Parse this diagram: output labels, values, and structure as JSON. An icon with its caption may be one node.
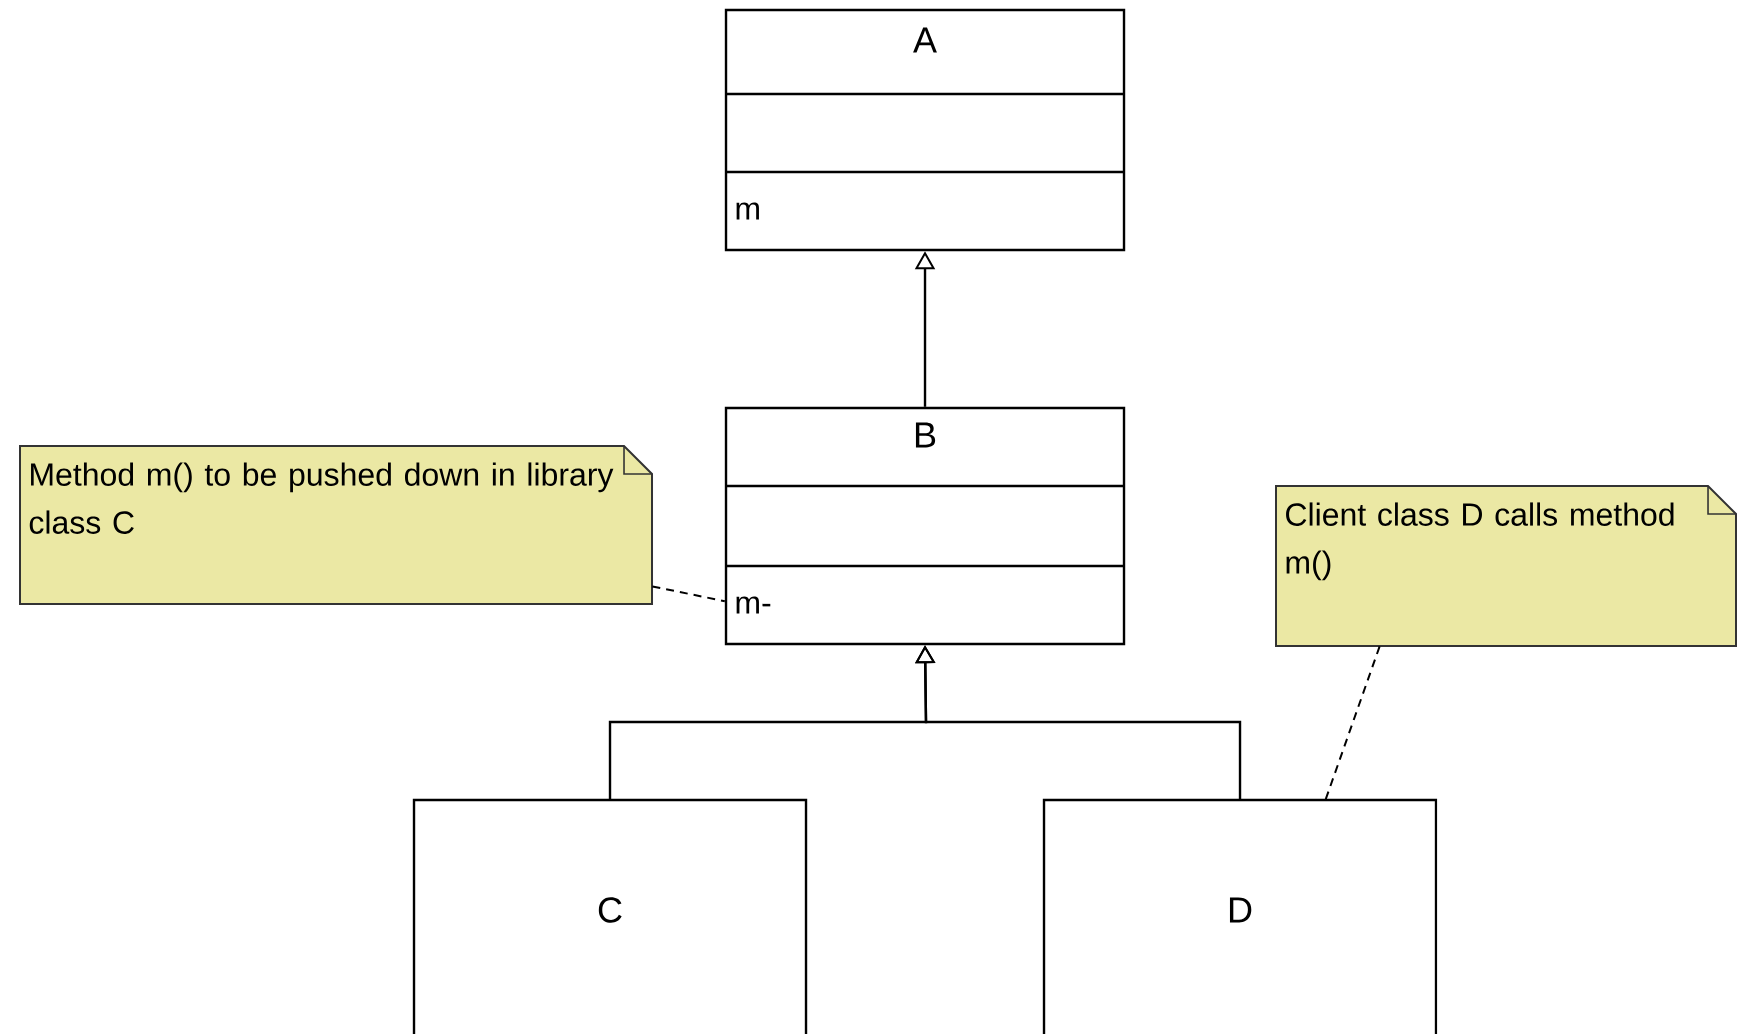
{
  "diagram": {
    "nodes": [
      {
        "text": [
          "A",
          "m"
        ]
      },
      {
        "text": [
          "Method m() to be pushed down in library class C"
        ]
      },
      {
        "text": [
          "B",
          "m-"
        ]
      },
      {
        "text": [
          "Client class D calls method m()"
        ]
      },
      {
        "text": [
          "C"
        ]
      },
      {
        "text": [
          "D"
        ]
      }
    ],
    "edges": [
      {
        "from": 2,
        "to": 0,
        "arrow": "to"
      },
      {
        "from": 4,
        "to": 2,
        "arrow": "to"
      },
      {
        "from": 5,
        "to": 2,
        "arrow": "to"
      },
      {
        "from": 1,
        "to": 2,
        "arrow": "none",
        "style": "dashed"
      },
      {
        "from": 3,
        "to": 5,
        "arrow": "none",
        "style": "dashed"
      }
    ]
  }
}
